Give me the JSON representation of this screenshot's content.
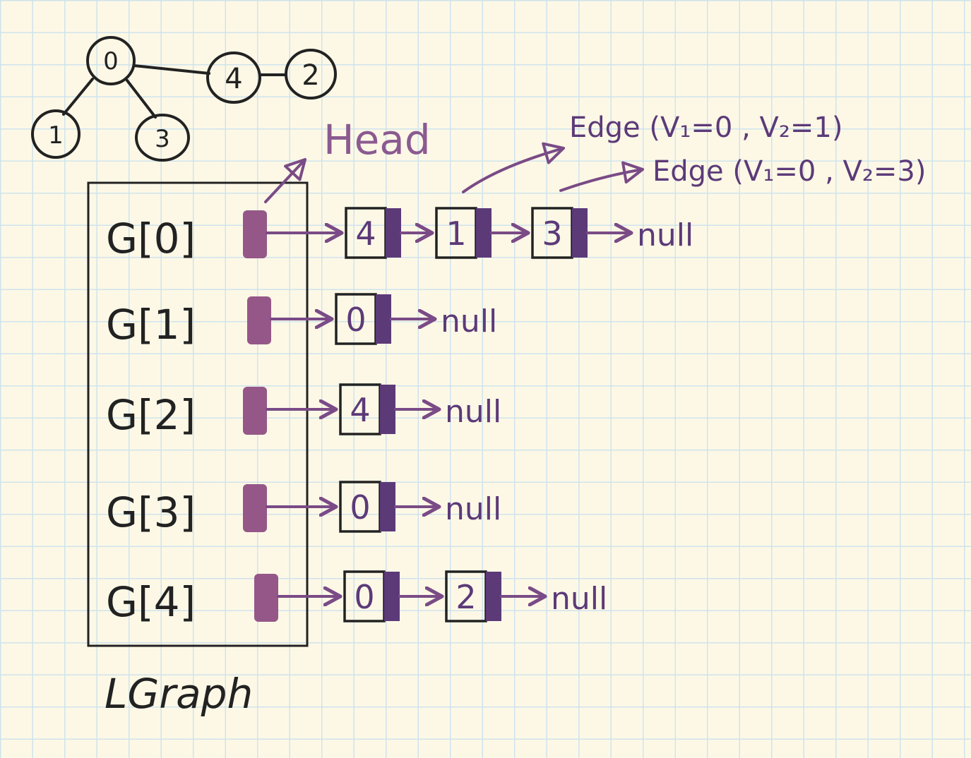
{
  "colors": {
    "ink": "#222222",
    "head_label": "#8b5a90",
    "pointer_block": "#955788",
    "node_block": "#5c3a78",
    "arrow": "#7a4b86",
    "paper": "#fdf8e6",
    "grid": "#cfe3ec"
  },
  "graph": {
    "vertices": [
      {
        "id": "v0",
        "label": "0"
      },
      {
        "id": "v1",
        "label": "1"
      },
      {
        "id": "v3",
        "label": "3"
      },
      {
        "id": "v4",
        "label": "4"
      },
      {
        "id": "v2",
        "label": "2"
      }
    ],
    "edges": [
      {
        "from": "v0",
        "to": "v4"
      },
      {
        "from": "v4",
        "to": "v2"
      },
      {
        "from": "v0",
        "to": "v1"
      },
      {
        "from": "v0",
        "to": "v3"
      }
    ]
  },
  "head_label": "Head",
  "container_label": "LGraph",
  "edge_labels": [
    "Edge (V₁=0 , V₂=1)",
    "Edge (V₁=0 , V₂=3)"
  ],
  "rows": [
    {
      "label": "G[0]",
      "nodes": [
        "4",
        "1",
        "3"
      ],
      "terminal": "null"
    },
    {
      "label": "G[1]",
      "nodes": [
        "0"
      ],
      "terminal": "null"
    },
    {
      "label": "G[2]",
      "nodes": [
        "4"
      ],
      "terminal": "null"
    },
    {
      "label": "G[3]",
      "nodes": [
        "0"
      ],
      "terminal": "null"
    },
    {
      "label": "G[4]",
      "nodes": [
        "0",
        "2"
      ],
      "terminal": "null"
    }
  ]
}
